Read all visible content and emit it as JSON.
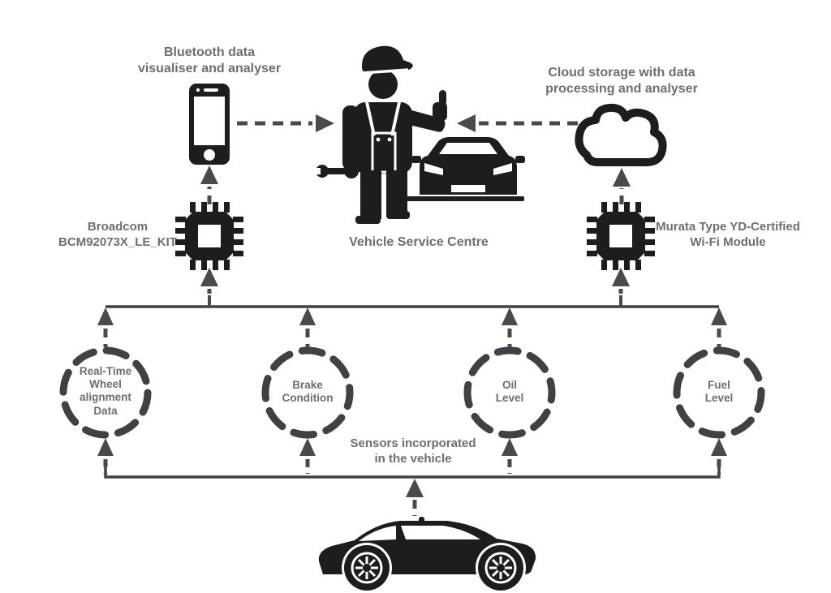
{
  "colors": {
    "background": "#ffffff",
    "icon": "#1d1d1f",
    "line": "#414042",
    "arrow": "#4a4a4c",
    "text": "#6d6e71"
  },
  "nodes": {
    "phone": {
      "label": "Bluetooth data\nvisualiser and analyser",
      "icon": "smartphone-icon"
    },
    "cloud": {
      "label": "Cloud storage with data\nprocessing and analyser",
      "icon": "cloud-icon"
    },
    "bluetooth_module": {
      "label": "Broadcom\nBCM92073X_LE_KIT",
      "icon": "chip-icon"
    },
    "wifi_module": {
      "label": "Murata Type YD-Certified\nWi-Fi Module",
      "icon": "chip-icon"
    },
    "service_centre": {
      "label": "Vehicle Service Centre",
      "icon": "mechanic-and-car-icon"
    },
    "sensors": {
      "label": "Sensors incorporated\nin the vehicle"
    },
    "sensor_wheel": {
      "label": "Real-Time\nWheel\nalignment\nData"
    },
    "sensor_brake": {
      "label": "Brake\nCondition"
    },
    "sensor_oil": {
      "label": "Oil\nLevel"
    },
    "sensor_fuel": {
      "label": "Fuel\nLevel"
    },
    "vehicle": {
      "icon": "car-side-icon"
    }
  },
  "edges": [
    {
      "from": "phone",
      "to": "service_centre"
    },
    {
      "from": "cloud",
      "to": "service_centre"
    },
    {
      "from": "bluetooth_module",
      "to": "phone"
    },
    {
      "from": "wifi_module",
      "to": "cloud"
    },
    {
      "from": "sensor_bus",
      "to": "bluetooth_module"
    },
    {
      "from": "sensor_bus",
      "to": "wifi_module"
    },
    {
      "from": "sensor_wheel",
      "to": "sensor_bus"
    },
    {
      "from": "sensor_brake",
      "to": "sensor_bus"
    },
    {
      "from": "sensor_oil",
      "to": "sensor_bus"
    },
    {
      "from": "sensor_fuel",
      "to": "sensor_bus"
    },
    {
      "from": "vehicle",
      "to": "sensor_bus"
    }
  ]
}
